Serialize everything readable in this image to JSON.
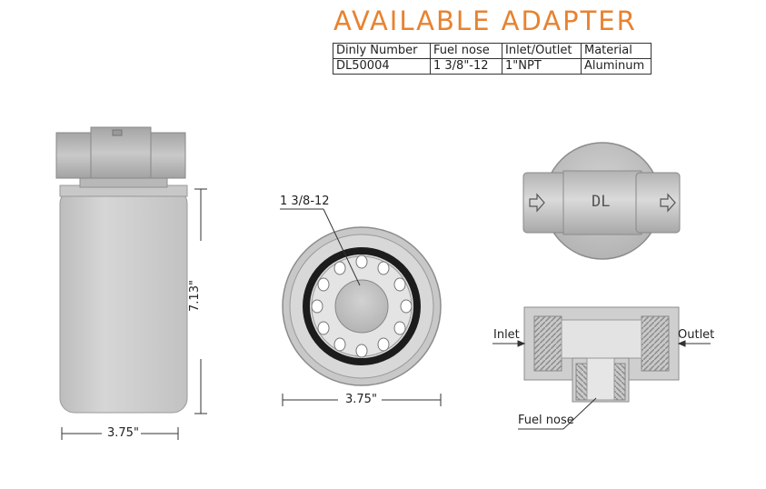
{
  "title": "AVAILABLE ADAPTER",
  "table": {
    "headers": [
      "Dinly Number",
      "Fuel nose",
      "Inlet/Outlet",
      "Material"
    ],
    "rows": [
      [
        "DL50004",
        "1 3/8\"-12",
        "1\"NPT",
        "Aluminum"
      ]
    ]
  },
  "labels": {
    "height": "7.13\"",
    "width_side": "3.75\"",
    "width_bottom": "3.75\"",
    "thread": "1 3/8-12",
    "inlet": "Inlet",
    "outlet": "Outlet",
    "fuel_nose": "Fuel nose",
    "logo": "DL"
  },
  "colors": {
    "accent": "#e8822f"
  }
}
